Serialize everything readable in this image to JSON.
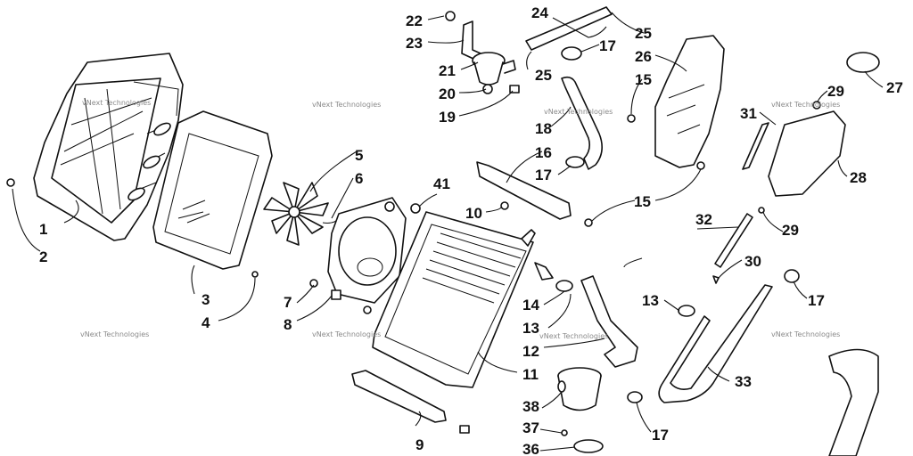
{
  "callouts": {
    "c1": "1",
    "c2": "2",
    "c3": "3",
    "c4": "4",
    "c5": "5",
    "c6": "6",
    "c7": "7",
    "c8": "8",
    "c9": "9",
    "c10": "10",
    "c11": "11",
    "c12": "12",
    "c13a": "13",
    "c13b": "13",
    "c14": "14",
    "c15a": "15",
    "c15b": "15",
    "c16": "16",
    "c17a": "17",
    "c17b": "17",
    "c17c": "17",
    "c17d": "17",
    "c18": "18",
    "c19": "19",
    "c20": "20",
    "c21": "21",
    "c22": "22",
    "c23": "23",
    "c24": "24",
    "c25a": "25",
    "c25b": "25",
    "c26": "26",
    "c27": "27",
    "c28": "28",
    "c29a": "29",
    "c29b": "29",
    "c30": "30",
    "c31": "31",
    "c32": "32",
    "c33": "33",
    "c36": "36",
    "c37": "37",
    "c38": "38",
    "c41": "41"
  },
  "watermarks": {
    "w1": "vNext Technologies",
    "w2": "vNext Technologies",
    "w3": "vNext Technologies",
    "w4": "vNext Technologies",
    "w5": "vNext Technologies",
    "w6": "vNext Technologies",
    "w7": "vNext Technologies",
    "w8": "vNext Technologies"
  }
}
